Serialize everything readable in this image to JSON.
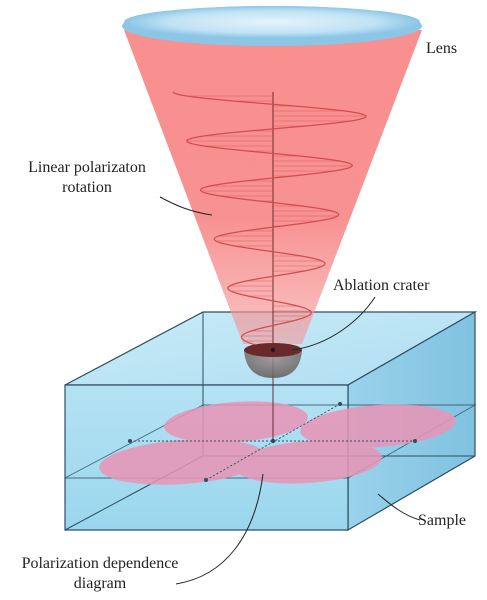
{
  "labels": {
    "lens": "Lens",
    "rotation_line1": "Linear polarizaton",
    "rotation_line2": "rotation",
    "crater": "Ablation crater",
    "sample": "Sample",
    "diagram_line1": "Polarization dependence",
    "diagram_line2": "diagram"
  },
  "colors": {
    "beam": "#f77e7e",
    "lens": "#a9d6ef",
    "sample_face": "#a8dcef",
    "sample_edge": "#2c4f61",
    "lobes": "#e994b6",
    "wave": "#d24d4d",
    "crater": "#6b2a2a"
  },
  "polarization_lobes_count": 4
}
